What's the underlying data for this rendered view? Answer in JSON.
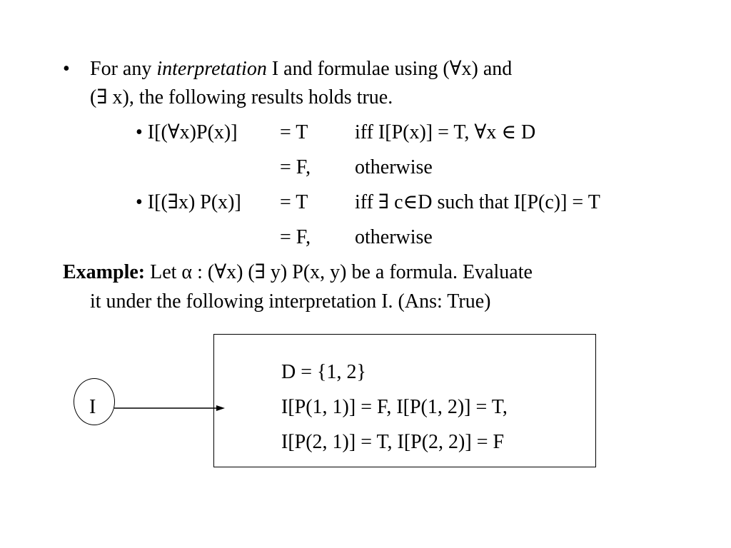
{
  "intro": {
    "bullet": "•",
    "line1_start": "For any ",
    "line1_em": "interpretation",
    "line1_end": " I and formulae using (∀x) and",
    "line2": "(∃ x), the following results holds true."
  },
  "rules": [
    {
      "lhs": "• I[(∀x)P(x)]",
      "rhs": "= T",
      "condition": "iff  I[P(x)] = T, ∀x ∈ D"
    },
    {
      "lhs": "",
      "rhs": "= F,",
      "condition": "otherwise"
    },
    {
      "lhs": "• I[(∃x) P(x)]",
      "rhs": "= T",
      "condition": "iff  ∃ c∈D such that I[P(c)] =  T"
    },
    {
      "lhs": "",
      "rhs": "= F,",
      "condition": "otherwise"
    }
  ],
  "example": {
    "label": "Example:",
    "line1": " Let  α :  (∀x) (∃ y)  P(x, y) be a formula. Evaluate",
    "line2": "it  under the following interpretation I. (Ans: True)"
  },
  "diagram": {
    "node_label": "I",
    "box_lines": [
      "D = {1, 2}",
      "I[P(1, 1)] = F, I[P(1, 2)] = T,",
      "I[P(2, 1)] = T,  I[P(2, 2)] = F"
    ]
  }
}
